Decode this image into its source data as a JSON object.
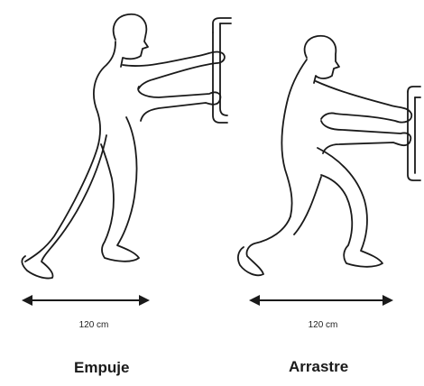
{
  "figures": [
    {
      "id": "push",
      "dimension_label": "120 cm",
      "caption": "Empuje"
    },
    {
      "id": "pull",
      "dimension_label": "120 cm",
      "caption": "Arrastre"
    }
  ],
  "colors": {
    "line": "#1a1a1a",
    "background": "#ffffff"
  }
}
